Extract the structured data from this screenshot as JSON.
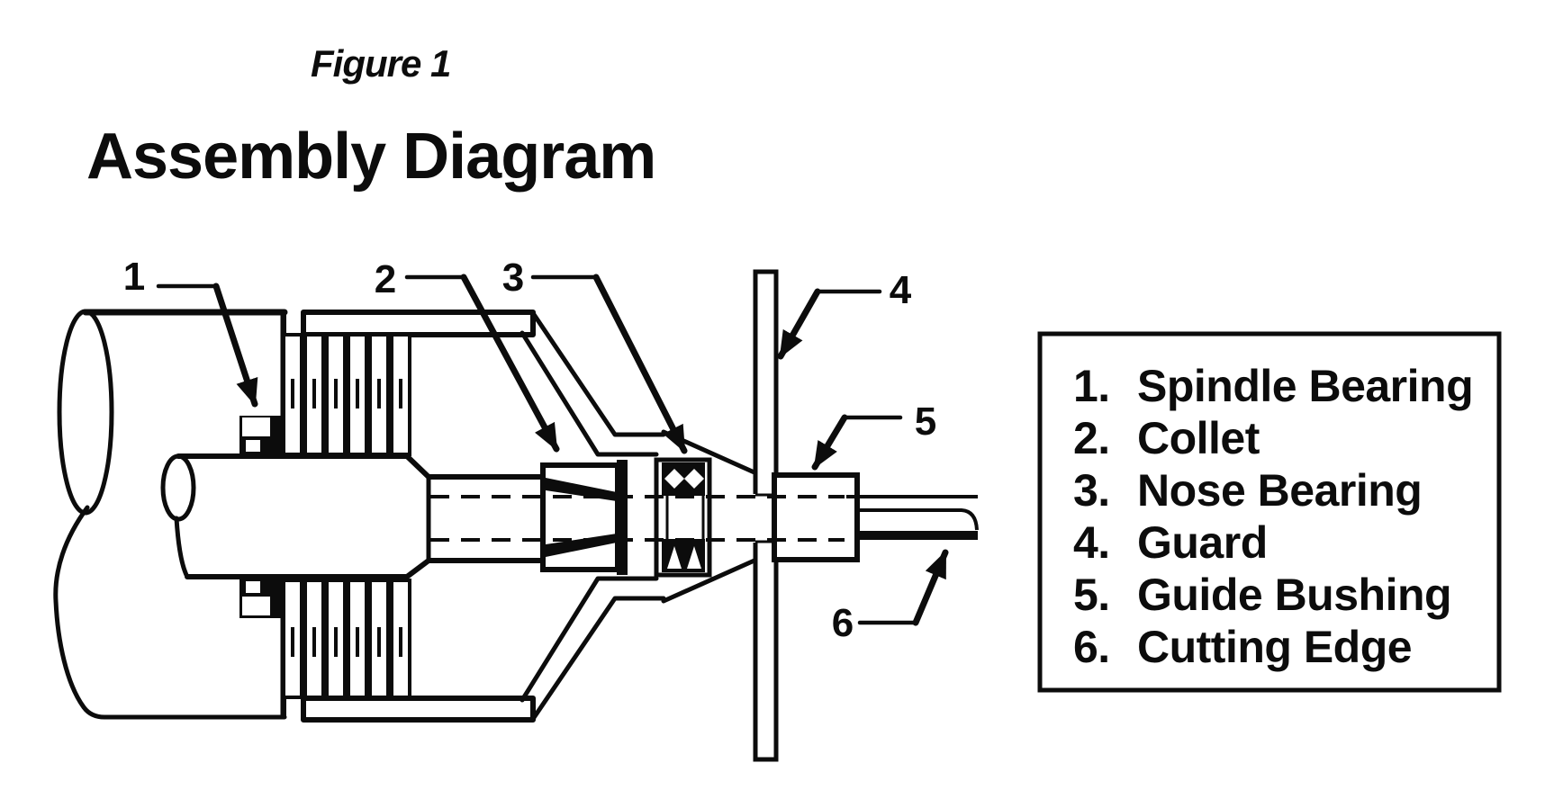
{
  "figure": {
    "caption": "Figure 1",
    "title": "Assembly Diagram"
  },
  "callouts": [
    {
      "num": "1",
      "target": "spindle-bearing"
    },
    {
      "num": "2",
      "target": "collet"
    },
    {
      "num": "3",
      "target": "nose-bearing"
    },
    {
      "num": "4",
      "target": "guard"
    },
    {
      "num": "5",
      "target": "guide-bushing"
    },
    {
      "num": "6",
      "target": "cutting-edge"
    }
  ],
  "legend": {
    "items": [
      {
        "num": "1.",
        "label": "Spindle Bearing"
      },
      {
        "num": "2.",
        "label": "Collet"
      },
      {
        "num": "3.",
        "label": "Nose Bearing"
      },
      {
        "num": "4.",
        "label": "Guard"
      },
      {
        "num": "5.",
        "label": "Guide Bushing"
      },
      {
        "num": "6.",
        "label": "Cutting Edge"
      }
    ]
  },
  "colors": {
    "ink": "#0c0c0c",
    "background": "#ffffff"
  }
}
